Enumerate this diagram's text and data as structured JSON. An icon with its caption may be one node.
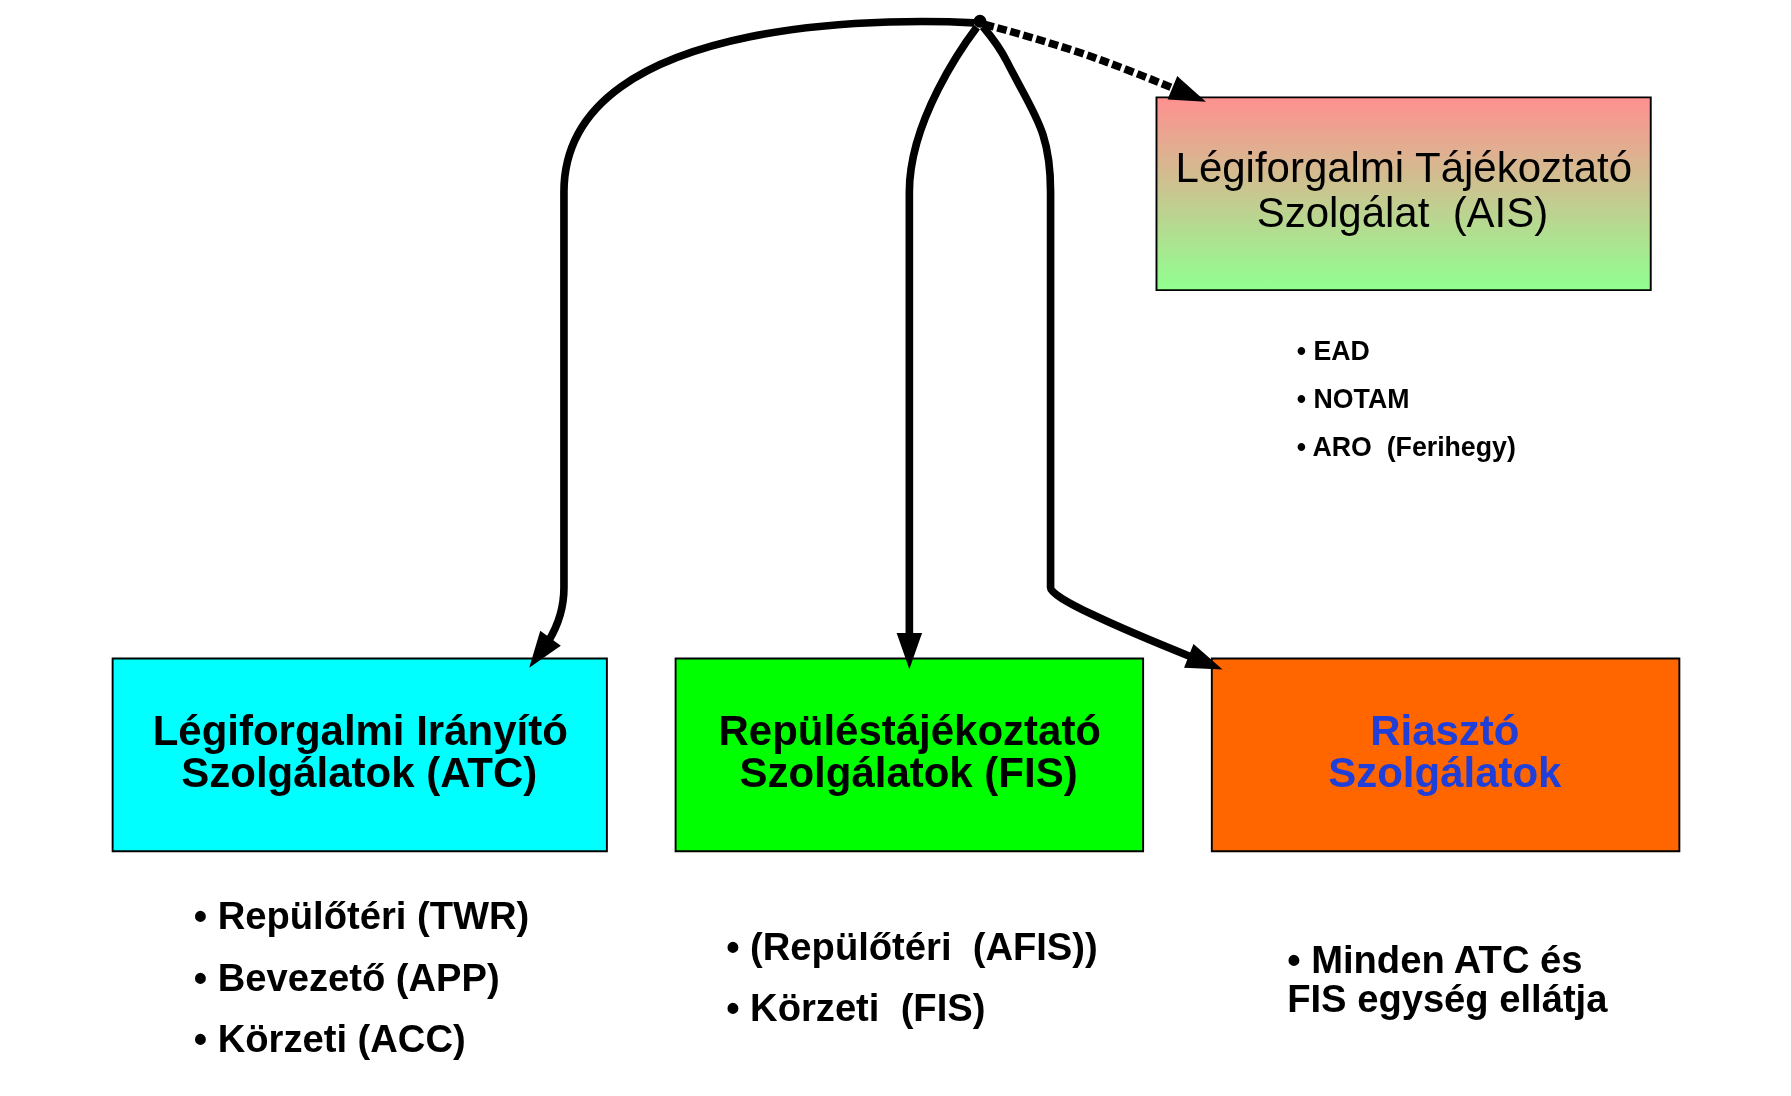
{
  "diagram": {
    "nodes": [
      {
        "text": [],
        "shape": "point"
      },
      {
        "text": [
          "Légiforgalmi Irányító Szolgálatok (ATC)"
        ],
        "beside": [
          "• Repülőtéri (TWR)",
          "• Bevezető (APP)",
          "• Körzeti (ACC)"
        ]
      },
      {
        "text": [
          "Repüléstájékoztató Szolgálatok (FIS)"
        ],
        "beside": [
          "• (Repülőtéri  (AFIS))",
          "• Körzeti  (FIS)"
        ]
      },
      {
        "text": [
          "Riasztó Szolgálatok"
        ],
        "beside": [
          "• Minden ATC és FIS egység ellátja"
        ]
      },
      {
        "text": [
          "Légiforgalmi Tájékoztató Szolgálat  (AIS)"
        ],
        "beside": [
          "• EAD",
          "• NOTAM",
          "• ARO  (Ferihegy)"
        ]
      }
    ],
    "edges": [
      {
        "from": 0,
        "to": 1,
        "arrow": "to"
      },
      {
        "from": 0,
        "to": 2,
        "arrow": "to"
      },
      {
        "from": 0,
        "to": 3,
        "arrow": "to"
      },
      {
        "from": 0,
        "to": 4,
        "arrow": "to",
        "style": "dashed"
      }
    ]
  }
}
